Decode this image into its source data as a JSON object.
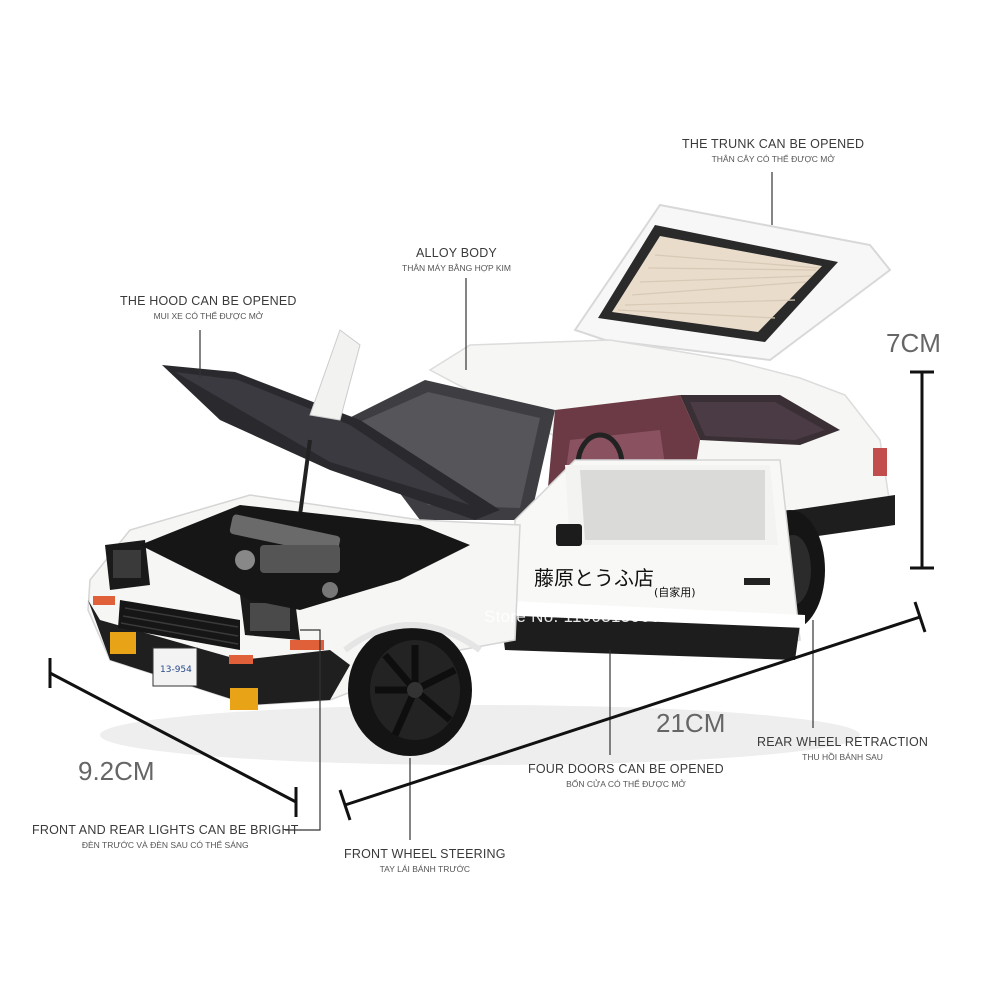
{
  "callouts": {
    "trunk": {
      "en": "THE TRUNK CAN BE OPENED",
      "vi": "THÂN CÂY CÓ THỂ ĐƯỢC MỞ"
    },
    "alloy": {
      "en": "ALLOY BODY",
      "vi": "THÂN MÁY BẰNG HỢP KIM"
    },
    "hood": {
      "en": "THE HOOD CAN BE OPENED",
      "vi": "MUI XE CÓ THỂ ĐƯỢC MỞ"
    },
    "lights": {
      "en": "FRONT AND REAR LIGHTS CAN BE BRIGHT",
      "vi": "ĐÈN TRƯỚC VÀ ĐÈN SAU CÓ THỂ SÁNG"
    },
    "steering": {
      "en": "FRONT WHEEL STEERING",
      "vi": "TAY LÁI BÁNH TRƯỚC"
    },
    "doors": {
      "en": "FOUR DOORS CAN BE OPENED",
      "vi": "BỐN CỬA CÓ THỂ ĐƯỢC MỞ"
    },
    "rear": {
      "en": "REAR WHEEL RETRACTION",
      "vi": "THU HỒI BÁNH SAU"
    }
  },
  "dimensions": {
    "height": "7CM",
    "length": "21CM",
    "width": "9.2CM"
  },
  "car": {
    "door_text": "藤原とうふ店",
    "door_subtext": "(自家用)",
    "plate": "13-954"
  },
  "watermark": "Store No. 1100313066",
  "colors": {
    "body": "#f5f5f3",
    "black": "#1c1c1c",
    "interior": "#6b3a45",
    "glass_tint": "#3c3c40",
    "light_amber": "#e8a317",
    "light_red": "#e0603a"
  }
}
